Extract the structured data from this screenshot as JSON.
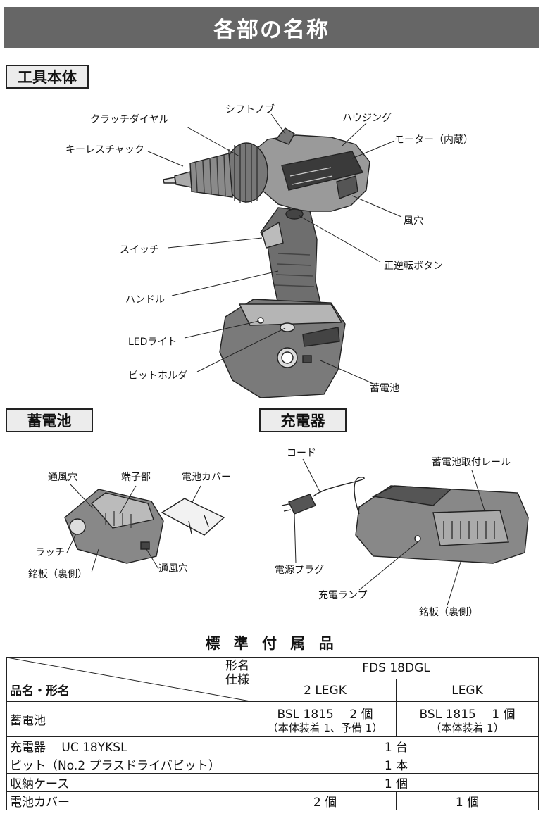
{
  "page_title": "各部の名称",
  "sections": {
    "tool": "工具本体",
    "battery": "蓄電池",
    "charger": "充電器"
  },
  "tool_labels": {
    "clutch_dial": "クラッチダイヤル",
    "shift_knob": "シフトノブ",
    "housing": "ハウジング",
    "keyless_chuck": "キーレスチャック",
    "motor": "モーター（内蔵）",
    "vent": "風穴",
    "switch": "スイッチ",
    "reverse_button": "正逆転ボタン",
    "handle": "ハンドル",
    "led_light": "LEDライト",
    "bit_holder": "ビットホルダ",
    "battery": "蓄電池"
  },
  "battery_labels": {
    "vent_top": "通風穴",
    "terminal": "端子部",
    "cover": "電池カバー",
    "latch": "ラッチ",
    "nameplate": "銘板（裏側）",
    "vent_side": "通風穴"
  },
  "charger_labels": {
    "cord": "コード",
    "rail": "蓄電池取付レール",
    "plug": "電源プラグ",
    "lamp": "充電ランプ",
    "nameplate": "銘板（裏側）"
  },
  "accessories": {
    "title": "標 準 付 属 品",
    "header_model": "形名",
    "header_spec": "仕様",
    "header_item": "品名・形名",
    "model": "FDS 18DGL",
    "variants": [
      "2 LEGK",
      "LEGK"
    ],
    "rows": [
      {
        "item": "蓄電池",
        "v1": "BSL 1815　 2 個",
        "v1_sub": "（本体装着 1、予備 1）",
        "v2": "BSL 1815　 1 個",
        "v2_sub": "（本体装着 1）"
      },
      {
        "item": "充電器　 UC 18YKSL",
        "both": "1 台"
      },
      {
        "item": "ビット（No.2 プラスドライバビット）",
        "both": "1 本"
      },
      {
        "item": "収納ケース",
        "both": "1 個"
      },
      {
        "item": "電池カバー",
        "v1": "2 個",
        "v2": "1 個"
      }
    ]
  }
}
